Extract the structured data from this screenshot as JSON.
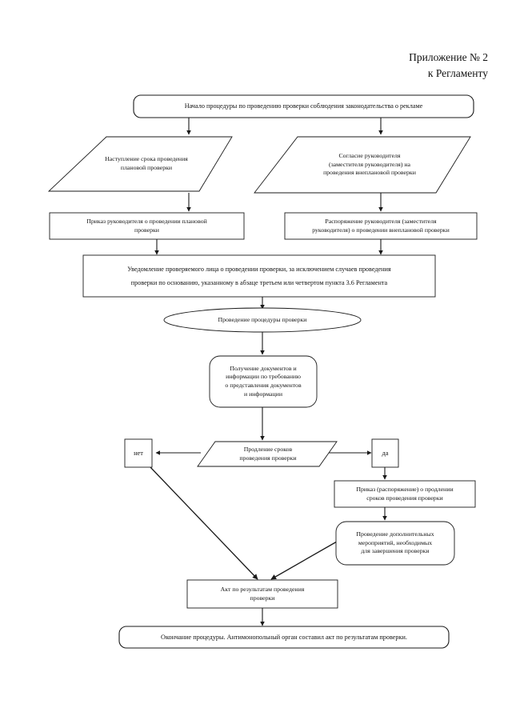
{
  "header": {
    "line1": "Приложение № 2",
    "line2": "к Регламенту"
  },
  "chart_data": {
    "type": "diagram",
    "title": "Приложение № 2 к Регламенту",
    "diagram_kind": "flowchart",
    "orientation": "top-to-bottom",
    "node_count": 14,
    "nodes": [
      {
        "id": "start",
        "shape": "rounded-rect",
        "label": "Начало процедуры по проведению проверки соблюдения законодательства о рекламе"
      },
      {
        "id": "planned-term",
        "shape": "parallelogram",
        "label": "Наступление срока проведения\nплановой проверки"
      },
      {
        "id": "consent",
        "shape": "parallelogram",
        "label": "Согласие руководителя\n(заместителя руководителя) на\nпроведения внеплановой проверки"
      },
      {
        "id": "order-planned",
        "shape": "rect",
        "label": "Приказ руководителя о проведении плановой\nпроверки"
      },
      {
        "id": "order-unplanned",
        "shape": "rect",
        "label": "Распоряжение руководителя (заместителя\nруководителя) о проведении внеплановой проверки"
      },
      {
        "id": "notification",
        "shape": "rect",
        "label": "Уведомление проверяемого лица о проведении проверки, за исключением случаев проведения\nпроверки по основанию, указанному в абзаце третьем или четвертом пункта 3.6 Регламента"
      },
      {
        "id": "procedure",
        "shape": "ellipse",
        "label": "Проведение процедуры проверки"
      },
      {
        "id": "documents",
        "shape": "rounded-rect",
        "label": "Получение документов и\nинформации по требованию\nо представления документов\nи информации"
      },
      {
        "id": "extension",
        "shape": "parallelogram",
        "label": "Продление сроков\nпроведения проверки"
      },
      {
        "id": "no",
        "shape": "rect",
        "label": "нет"
      },
      {
        "id": "yes",
        "shape": "rect",
        "label": "да"
      },
      {
        "id": "order-ext",
        "shape": "rect",
        "label": "Приказ (распоряжение) о продлении\nсроков проведения проверки"
      },
      {
        "id": "extra-events",
        "shape": "rounded-rect",
        "label": "Проведение дополнительных\nмероприятий, необходимых\nдля завершения проверки"
      },
      {
        "id": "act",
        "shape": "rect",
        "label": "Акт по результатам проведения\nпроверки"
      },
      {
        "id": "end",
        "shape": "rounded-rect",
        "label": "Окончание процедуры. Антимонопольный орган составил акт по результатам проверки."
      }
    ],
    "edges": [
      {
        "from": "start",
        "to": "planned-term",
        "label": ""
      },
      {
        "from": "start",
        "to": "consent",
        "label": ""
      },
      {
        "from": "planned-term",
        "to": "order-planned",
        "label": ""
      },
      {
        "from": "consent",
        "to": "order-unplanned",
        "label": ""
      },
      {
        "from": "order-planned",
        "to": "notification",
        "label": ""
      },
      {
        "from": "order-unplanned",
        "to": "notification",
        "label": ""
      },
      {
        "from": "notification",
        "to": "procedure",
        "label": ""
      },
      {
        "from": "procedure",
        "to": "documents",
        "label": ""
      },
      {
        "from": "documents",
        "to": "extension",
        "label": ""
      },
      {
        "from": "extension",
        "to": "no",
        "label": "нет"
      },
      {
        "from": "extension",
        "to": "yes",
        "label": "да"
      },
      {
        "from": "yes",
        "to": "order-ext",
        "label": ""
      },
      {
        "from": "order-ext",
        "to": "extra-events",
        "label": ""
      },
      {
        "from": "extra-events",
        "to": "act",
        "label": ""
      },
      {
        "from": "no",
        "to": "act",
        "label": ""
      },
      {
        "from": "act",
        "to": "end",
        "label": ""
      }
    ],
    "colors": {
      "background": "#ffffff",
      "stroke": "#1a1a1a",
      "text": "#111111",
      "fill": "#ffffff"
    }
  }
}
